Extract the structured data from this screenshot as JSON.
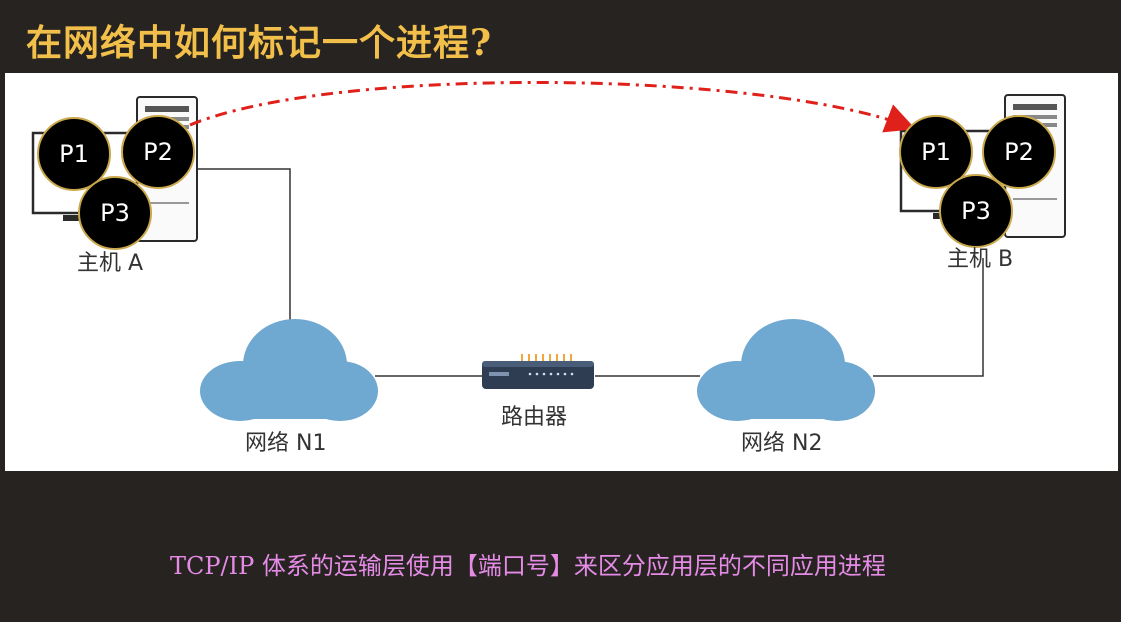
{
  "title": "在网络中如何标记一个进程?",
  "host_a": {
    "label": "主机 A",
    "processes": [
      "P1",
      "P2",
      "P3"
    ]
  },
  "host_b": {
    "label": "主机 B",
    "processes": [
      "P1",
      "P2",
      "P3"
    ]
  },
  "network_1": {
    "label": "网络 N1"
  },
  "router": {
    "label": "路由器"
  },
  "network_2": {
    "label": "网络 N2"
  },
  "caption": "TCP/IP 体系的运输层使用【端口号】来区分应用层的不同应用进程",
  "colors": {
    "background": "#262321",
    "title": "#f2c04a",
    "caption": "#e58be6",
    "arrow": "#e0211b",
    "cloud": "#6fa8d0",
    "router": "#2e3d52",
    "router_lights": "#f0a63a"
  }
}
